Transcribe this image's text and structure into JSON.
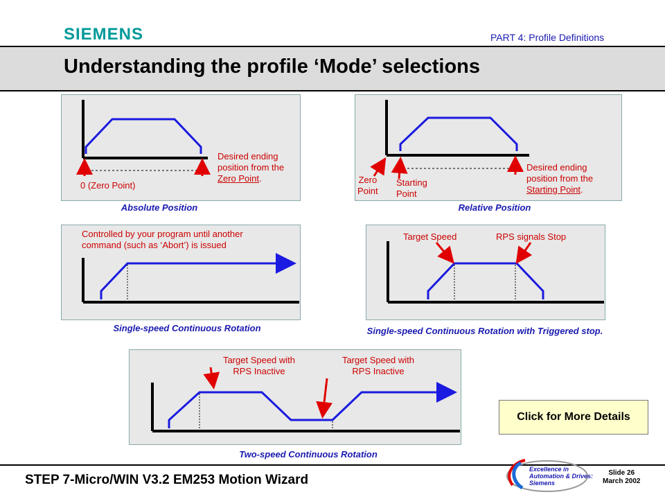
{
  "header": {
    "logo": "SIEMENS",
    "part": "PART 4:  Profile Definitions",
    "title": "Understanding the profile ‘Mode’ selections"
  },
  "absolute": {
    "caption": "Absolute Position",
    "zero": "0 (Zero Point)",
    "desired_1": "Desired ending",
    "desired_2": "position from the",
    "desired_3": "Zero Point",
    "desired_dot": "."
  },
  "relative": {
    "caption": "Relative Position",
    "zero_1": "Zero",
    "zero_2": "Point",
    "start_1": "Starting",
    "start_2": "Point",
    "desired_1": "Desired ending",
    "desired_2": "position from the",
    "desired_3": "Starting Point",
    "desired_dot": "."
  },
  "single": {
    "caption": "Single-speed Continuous Rotation",
    "note_1": "Controlled by your program until another",
    "note_2": "command (such as ‘Abort’) is issued"
  },
  "triggered": {
    "caption": "Single-speed Continuous Rotation with Triggered stop.",
    "target": "Target Speed",
    "stop": "RPS signals Stop"
  },
  "two": {
    "caption": "Two-speed Continuous Rotation",
    "t1a": "Target Speed with",
    "t1b": "RPS Inactive",
    "t2a": "Target Speed with",
    "t2b": "RPS Inactive"
  },
  "button": {
    "label": "Click for More Details"
  },
  "footer": {
    "title": "STEP 7-Micro/WIN V3.2 EM253 Motion Wizard",
    "slide": "Slide 26",
    "date": "March 2002",
    "badge_1": "Excellence in",
    "badge_2": "Automation & Drives:",
    "badge_3": "Siemens"
  },
  "colors": {
    "profile": "#1a1ae0",
    "arrow": "#e00000",
    "caption": "#1a1ab0",
    "note": "#cc0000",
    "logo": "#009999"
  }
}
